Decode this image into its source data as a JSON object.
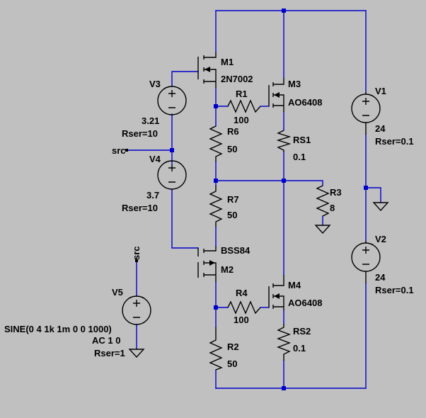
{
  "schematic": {
    "title": "",
    "components": {
      "M1": {
        "ref": "M1",
        "model": "2N7002"
      },
      "M2": {
        "ref": "M2",
        "model": "BSS84"
      },
      "M3": {
        "ref": "M3",
        "model": "AO6408"
      },
      "M4": {
        "ref": "M4",
        "model": "AO6408"
      },
      "R1": {
        "ref": "R1",
        "value": "100"
      },
      "R2": {
        "ref": "R2",
        "value": "50"
      },
      "R3": {
        "ref": "R3",
        "value": "8"
      },
      "R4": {
        "ref": "R4",
        "value": "100"
      },
      "R6": {
        "ref": "R6",
        "value": "50"
      },
      "R7": {
        "ref": "R7",
        "value": "50"
      },
      "RS1": {
        "ref": "RS1",
        "value": "0.1"
      },
      "RS2": {
        "ref": "RS2",
        "value": "0.1"
      },
      "V1": {
        "ref": "V1",
        "value": "24",
        "rser": "Rser=0.1"
      },
      "V2": {
        "ref": "V2",
        "value": "24",
        "rser": "Rser=0.1"
      },
      "V3": {
        "ref": "V3",
        "value": "3.21",
        "rser": "Rser=10"
      },
      "V4": {
        "ref": "V4",
        "value": "3.7",
        "rser": "Rser=10"
      },
      "V5": {
        "ref": "V5",
        "value": "SINE(0 4 1k 1m 0 0 1000)",
        "ac": "AC 1 0",
        "rser": "Rser=1"
      }
    },
    "nets": {
      "src_label_1": "src",
      "src_label_2": "src"
    },
    "colors": {
      "background": "#c0c0c0",
      "wire": "#0000cc",
      "component": "#000000",
      "text": "#000000"
    }
  }
}
